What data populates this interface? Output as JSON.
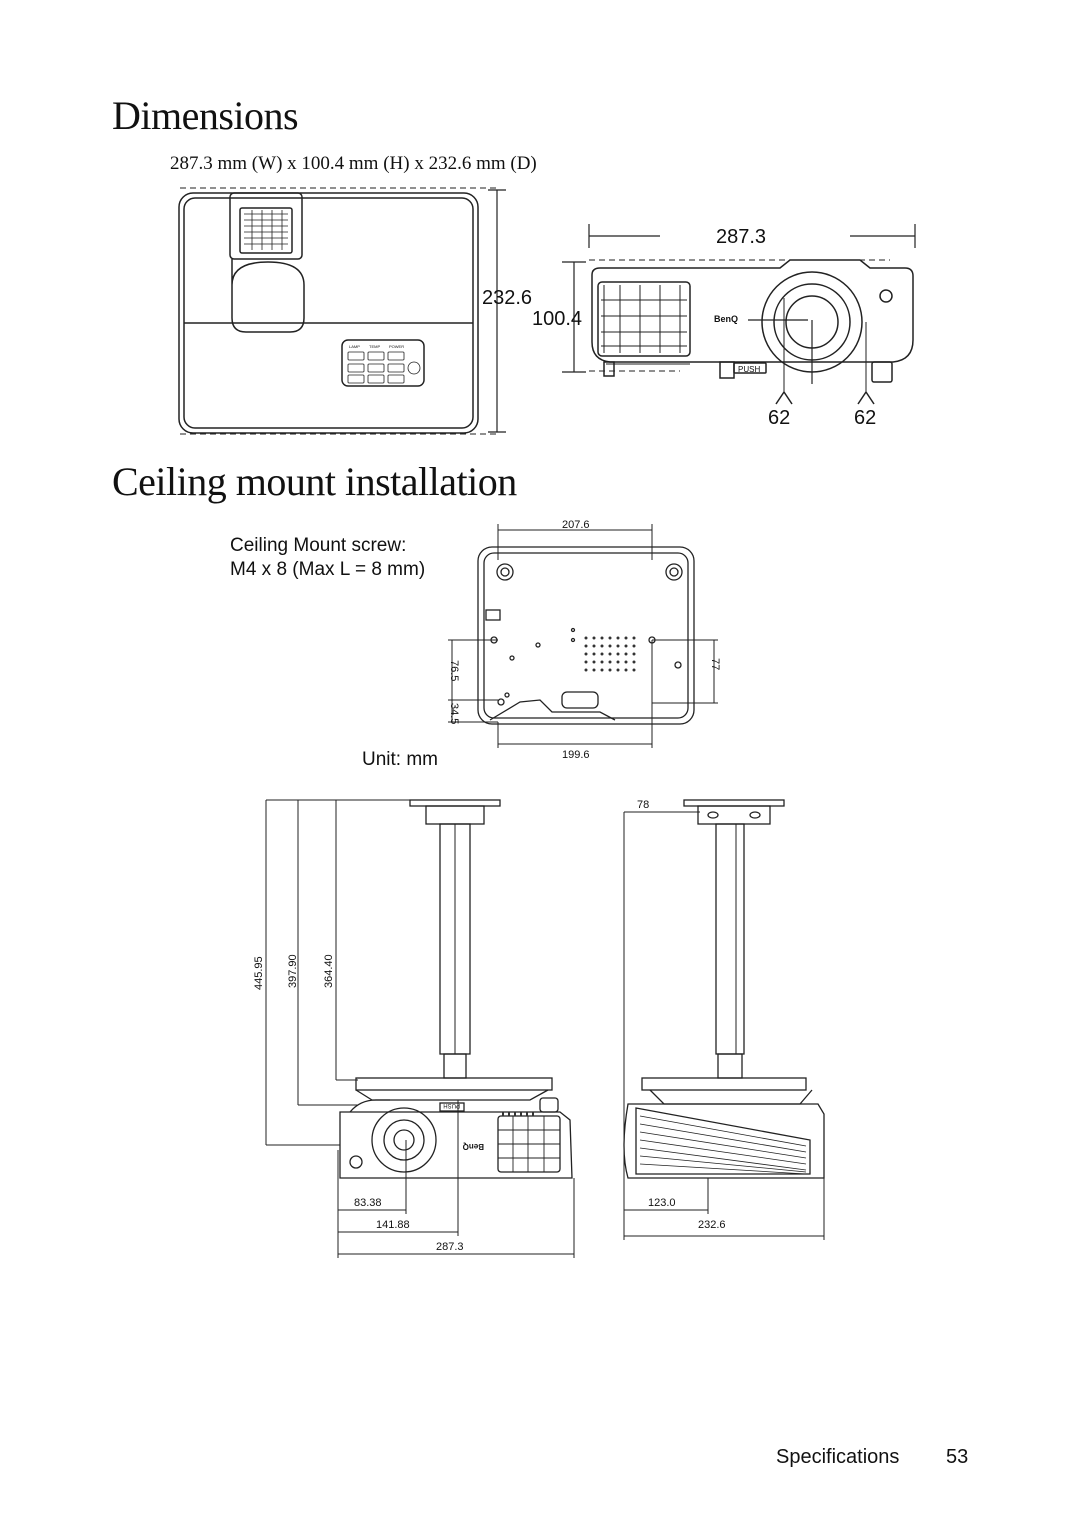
{
  "headings": {
    "dimensions": "Dimensions",
    "ceiling": "Ceiling mount installation"
  },
  "dims_line": "287.3 mm (W) x 100.4 mm (H) x 232.6 mm (D)",
  "dimensions_figure": {
    "width": "287.3",
    "depth": "232.6",
    "height": "100.4",
    "foot_left": "62",
    "foot_right": "62",
    "brand": "BenQ",
    "push": "PUSH",
    "keypad": [
      "LAMP",
      "TEMP",
      "POWER"
    ]
  },
  "ceiling_note": {
    "line1": "Ceiling Mount screw:",
    "line2": "M4 x 8 (Max L = 8 mm)",
    "unit": "Unit: mm"
  },
  "bottom_view": {
    "top": "207.6",
    "bottom": "199.6",
    "left1": "76.5",
    "left2": "34.5",
    "right": "77"
  },
  "mount_front": {
    "h1": "445.95",
    "h2": "397.90",
    "h3": "364.40",
    "w1": "83.38",
    "w2": "141.88",
    "w3": "287.3",
    "push": "PUSH",
    "brand": "BenQ"
  },
  "mount_side": {
    "top": "78",
    "w1": "123.0",
    "w2": "232.6"
  },
  "footer": {
    "section": "Specifications",
    "page": "53"
  }
}
